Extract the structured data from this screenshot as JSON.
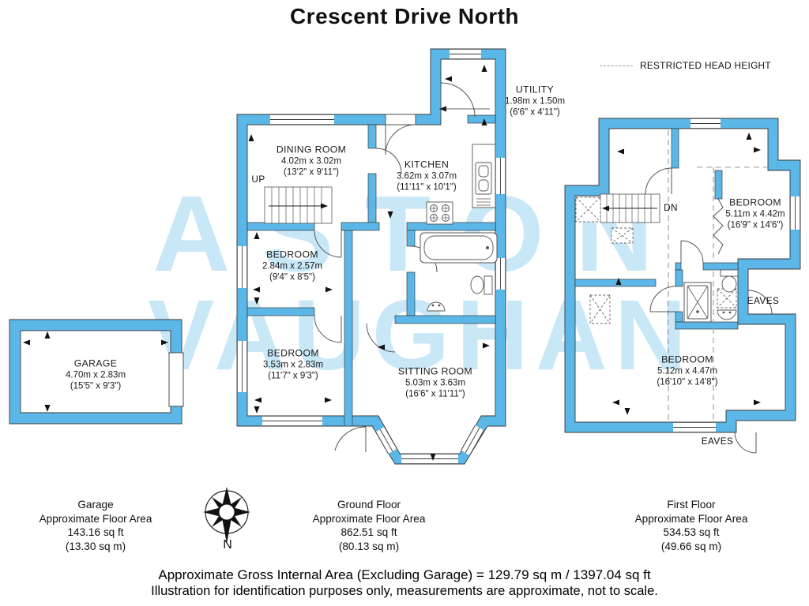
{
  "title": "Crescent Drive North",
  "legend": {
    "restricted": "RESTRICTED HEAD HEIGHT"
  },
  "watermark": {
    "line1": "ASTON",
    "line2": "VAUGHAN"
  },
  "rooms": {
    "utility": {
      "name": "UTILITY",
      "metric": "1.98m x 1.50m",
      "imperial": "(6'6\" x 4'11\")"
    },
    "dining": {
      "name": "DINING ROOM",
      "metric": "4.02m x 3.02m",
      "imperial": "(13'2\" x 9'11\")"
    },
    "kitchen": {
      "name": "KITCHEN",
      "metric": "3.62m x 3.07m",
      "imperial": "(11'11\" x 10'1\")"
    },
    "bedroom1": {
      "name": "BEDROOM",
      "metric": "2.84m x 2.57m",
      "imperial": "(9'4\" x 8'5\")"
    },
    "bedroom2": {
      "name": "BEDROOM",
      "metric": "3.53m x 2.83m",
      "imperial": "(11'7\" x 9'3\")"
    },
    "sitting": {
      "name": "SITTING ROOM",
      "metric": "5.03m x 3.63m",
      "imperial": "(16'6\" x 11'11\")"
    },
    "garage": {
      "name": "GARAGE",
      "metric": "4.70m x 2.83m",
      "imperial": "(15'5\" x 9'3\")"
    },
    "bedroom3": {
      "name": "BEDROOM",
      "metric": "5.11m x 4.42m",
      "imperial": "(16'9\" x 14'6\")"
    },
    "bedroom4": {
      "name": "BEDROOM",
      "metric": "5.12m x 4.47m",
      "imperial": "(16'10\" x 14'8\")"
    }
  },
  "annotations": {
    "up": "UP",
    "dn": "DN",
    "eaves_upper": "EAVES",
    "eaves_lower": "EAVES",
    "north": "N"
  },
  "areas": {
    "garage": {
      "name": "Garage",
      "approx": "Approximate Floor Area",
      "sqft": "143.16 sq ft",
      "sqm": "(13.30 sq m)"
    },
    "ground": {
      "name": "Ground Floor",
      "approx": "Approximate Floor Area",
      "sqft": "862.51 sq ft",
      "sqm": "(80.13 sq m)"
    },
    "first": {
      "name": "First Floor",
      "approx": "Approximate Floor Area",
      "sqft": "534.53 sq ft",
      "sqm": "(49.66 sq m)"
    }
  },
  "footer": {
    "gross": "Approximate Gross Internal Area (Excluding Garage) = 129.79 sq m / 1397.04 sq ft",
    "disclaimer": "Illustration for identification purposes only, measurements are approximate, not to scale."
  },
  "colors": {
    "wall": "#5ab7e7",
    "watermark": "#7dc6ec",
    "line": "#3a3a3a"
  }
}
